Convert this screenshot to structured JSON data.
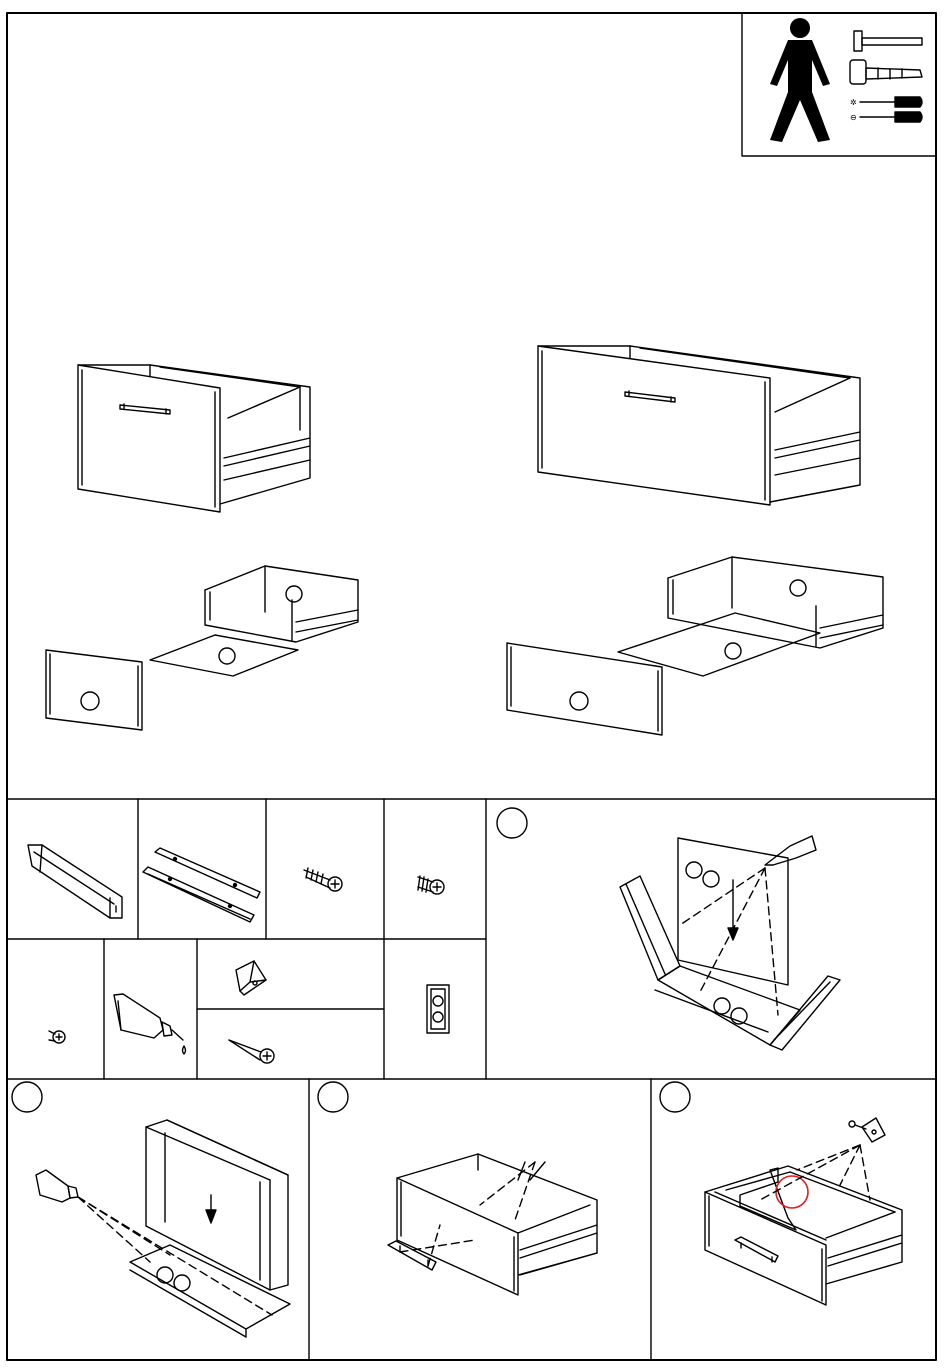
{
  "document": {
    "type": "assembly-instructions",
    "product": "drawer",
    "variants": [
      "small-drawer",
      "large-drawer"
    ]
  },
  "header": {
    "person_icon": "person-icon",
    "tools": [
      "hammer-icon",
      "rubber-mallet-icon",
      "phillips-screwdriver-icon",
      "flat-screwdriver-icon"
    ]
  },
  "parts": [
    {
      "icon": "handle-icon"
    },
    {
      "icon": "drawer-runner-icon"
    },
    {
      "icon": "handle-screw-icon"
    },
    {
      "icon": "cam-screw-icon"
    },
    {
      "icon": "short-screw-icon"
    },
    {
      "icon": "glue-tube-icon"
    },
    {
      "icon": "corner-block-icon"
    },
    {
      "icon": "wood-screw-icon"
    },
    {
      "icon": "stopper-pads-icon"
    }
  ],
  "steps": [
    {
      "icon": "step-1-badge"
    },
    {
      "icon": "step-2-badge"
    },
    {
      "icon": "step-3-badge"
    },
    {
      "icon": "step-4-badge"
    }
  ]
}
